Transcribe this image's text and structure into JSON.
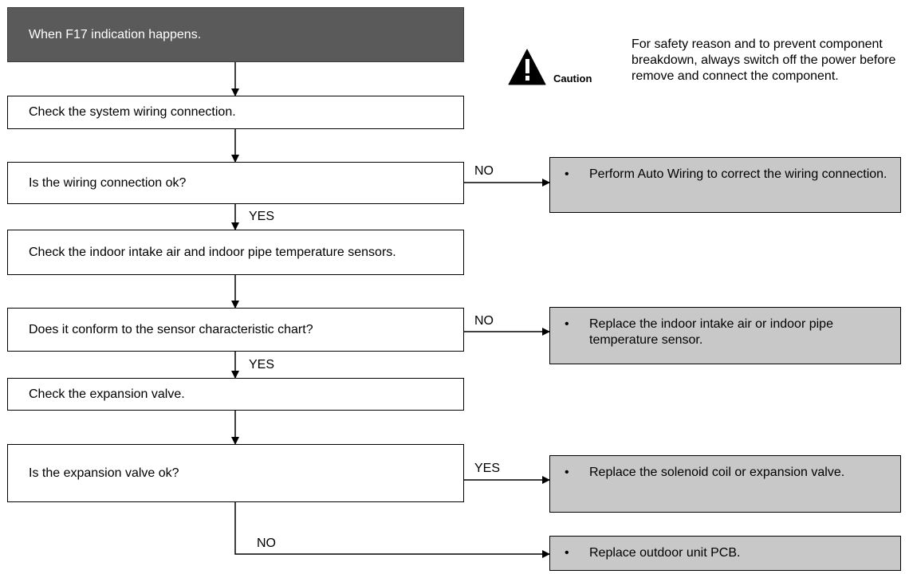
{
  "steps": {
    "start": "When F17 indication happens.",
    "check_wiring": "Check the system wiring connection.",
    "q_wiring": "Is the wiring connection ok?",
    "check_sensors": "Check the indoor intake air and indoor pipe temperature sensors.",
    "q_sensor": "Does it conform to the sensor characteristic chart?",
    "check_valve": "Check the expansion valve.",
    "q_valve": "Is the expansion valve ok?"
  },
  "actions": {
    "auto_wiring": "Perform Auto Wiring to correct the wiring connection.",
    "replace_sensor": "Replace the indoor intake air or indoor pipe temperature sensor.",
    "replace_coil": "Replace the solenoid coil or expansion valve.",
    "replace_pcb": "Replace outdoor unit PCB."
  },
  "bullet": "•",
  "labels": {
    "yes": "YES",
    "no": "NO"
  },
  "caution": {
    "word": "Caution",
    "text": "For safety reason and to prevent component breakdown, always switch off the power before remove and connect the component."
  },
  "colors": {
    "start_fill": "#5a5a5a",
    "action_fill": "#c8c8c8",
    "line": "#000000"
  }
}
